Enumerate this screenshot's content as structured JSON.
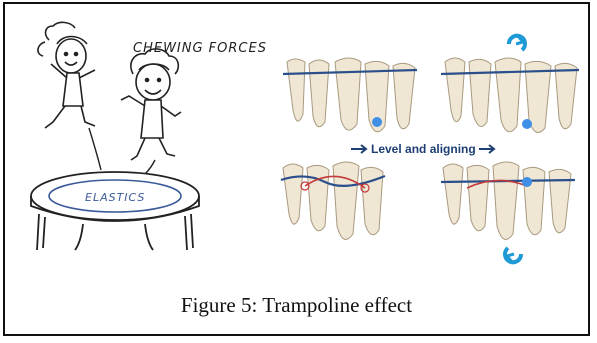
{
  "figure": {
    "caption": "Figure 5: Trampoline effect",
    "left_panel": {
      "chewing_label": "CHEWING FORCES",
      "trampoline_label": "ELASTICS"
    },
    "right_panel": {
      "arrow_label": "Level and aligning"
    }
  },
  "colors": {
    "wire": "#2a4f8a",
    "rotation_arrow": "#1e9ad6",
    "point_marker": "#3f8fe6",
    "elastic": "#c43a3a"
  }
}
